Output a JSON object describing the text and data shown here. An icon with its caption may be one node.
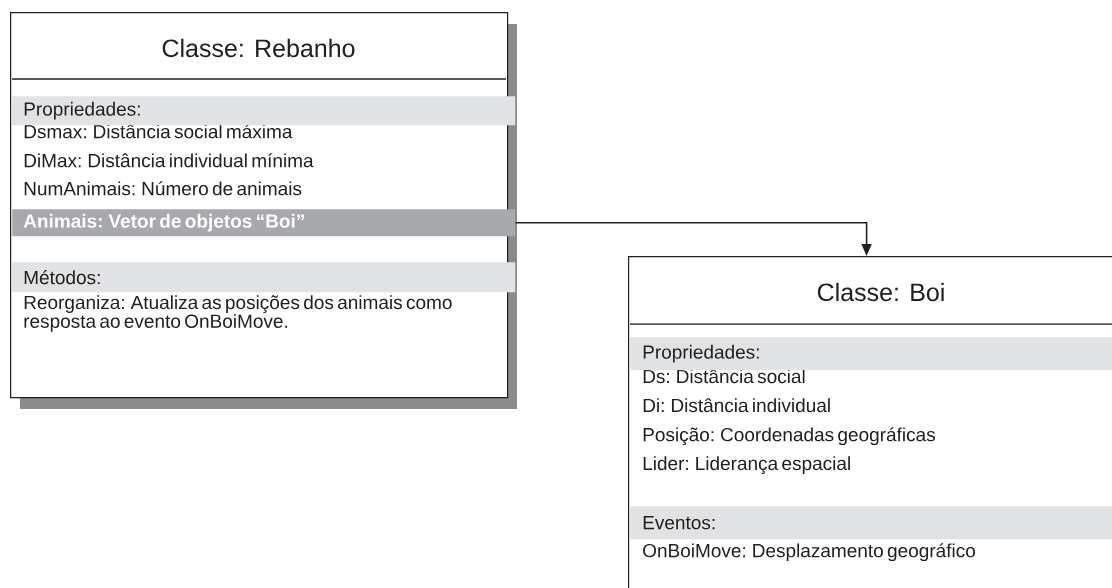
{
  "diagram": {
    "nodes": [
      {
        "text": [
          "Classe: Rebanho",
          "Dsmax: Distância social máxima",
          "DiMax: Distância individual mínima",
          "NumAnimais: Número de animais",
          "Reorganiza: Atualiza as posições dos animais como resposta ao evento OnBoiMove."
        ]
      },
      {
        "text": [
          "Propriedades:"
        ],
        "in": 0
      },
      {
        "text": [
          "Animais: Vetor de objetos “Boi”"
        ],
        "in": 0
      },
      {
        "text": [
          "Métodos:"
        ],
        "in": 0
      },
      {
        "text": [
          "Classe: Boi",
          "Ds: Distância social",
          "Di: Distância individual",
          "Posição: Coordenadas geográficas",
          "Lider: Liderança espacial",
          "OnBoiMove: Desplazamento geográfico"
        ]
      },
      {
        "text": [
          "Propriedades:"
        ],
        "in": 4
      },
      {
        "text": [
          "Eventos:"
        ],
        "in": 4
      }
    ],
    "edges": [
      {
        "from": 2,
        "to": 4,
        "arrow": "to"
      }
    ]
  }
}
